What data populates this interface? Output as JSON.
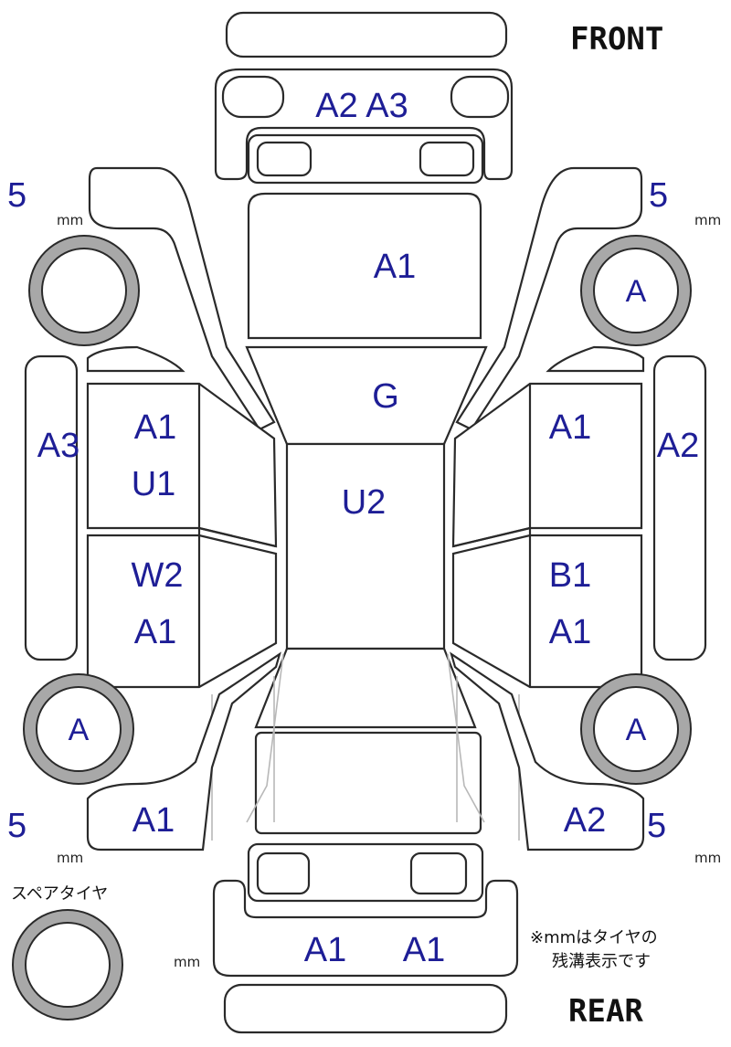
{
  "labels": {
    "front": "FRONT",
    "rear": "REAR",
    "spare_tire": "スペアタイヤ",
    "note_line1": "※mmはタイヤの",
    "note_line2": "残溝表示です"
  },
  "tread_depth": {
    "front_left": {
      "value": "5",
      "unit": "mm"
    },
    "front_right": {
      "value": "5",
      "unit": "mm"
    },
    "rear_left": {
      "value": "5",
      "unit": "mm"
    },
    "rear_right": {
      "value": "5",
      "unit": "mm"
    },
    "spare": {
      "value": "",
      "unit": "mm"
    }
  },
  "wheels": {
    "front_left": "",
    "front_right": "A",
    "rear_left": "A",
    "rear_right": "A",
    "spare": ""
  },
  "panels": {
    "front_bumper": "A2 A3",
    "hood": "A1",
    "windshield": "G",
    "roof": "U2",
    "left_side_sill": "A3",
    "right_side_sill": "A2",
    "left_front_door_1": "A1",
    "left_front_door_2": "U1",
    "left_rear_door_1": "W2",
    "left_rear_door_2": "A1",
    "right_front_door_1": "A1",
    "right_rear_door_1": "B1",
    "right_rear_door_2": "A1",
    "left_rear_quarter": "A1",
    "right_rear_quarter": "A2",
    "rear_bumper_left": "A1",
    "rear_bumper_right": "A1"
  },
  "colors": {
    "code_text": "#1e1e96",
    "outline": "#2a2a2a",
    "tire_gray": "#a8a8a8"
  }
}
